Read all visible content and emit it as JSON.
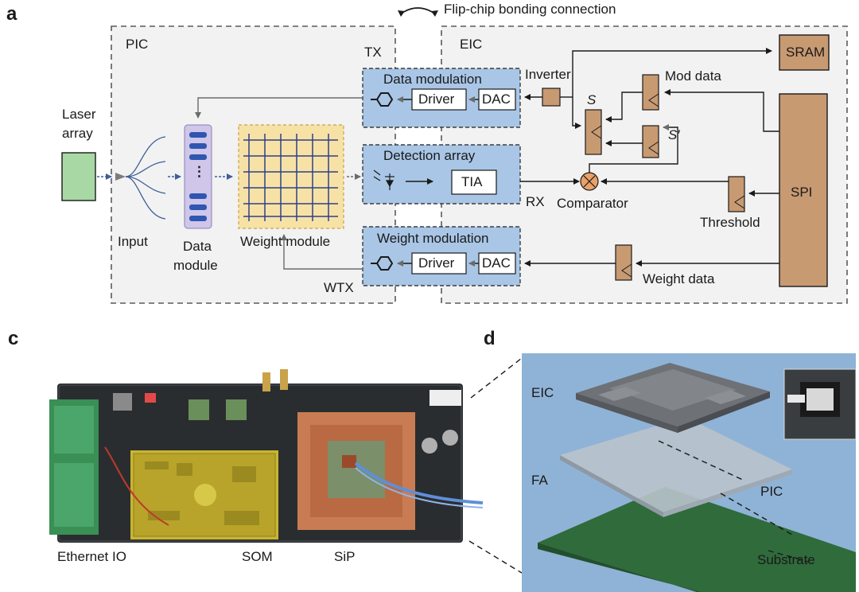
{
  "panel_a": {
    "letter": "a",
    "flip_chip": "Flip-chip bonding connection",
    "pic": "PIC",
    "eic": "EIC",
    "tx": "TX",
    "rx": "RX",
    "wtx": "WTX",
    "laser_line1": "Laser",
    "laser_line2": "array",
    "input": "Input",
    "data_module_line1": "Data",
    "data_module_line2": "module",
    "weight_module": "Weight module",
    "data_modulation": "Data modulation",
    "detection_array": "Detection array",
    "weight_modulation": "Weight modulation",
    "driver": "Driver",
    "dac": "DAC",
    "tia": "TIA",
    "inverter": "Inverter",
    "mod_data": "Mod data",
    "s": "S",
    "s_prime": "S′",
    "comparator": "Comparator",
    "threshold": "Threshold",
    "spi": "SPI",
    "sram": "SRAM",
    "weight_data": "Weight data",
    "dots": "⋮"
  },
  "panel_c": {
    "letter": "c",
    "ethernet_io": "Ethernet IO",
    "som": "SOM",
    "sip": "SiP"
  },
  "panel_d": {
    "letter": "d",
    "eic": "EIC",
    "fa": "FA",
    "pic": "PIC",
    "substrate": "Substrate"
  },
  "colors": {
    "blue_box": "#a9c6e6",
    "brown": "#c89a72",
    "laser_green": "#a8d9a5",
    "weight_yellow": "#f7e2a6",
    "pcb_dark": "#2a2d30",
    "copper": "#c97c53",
    "substrate_green": "#2f6b3b",
    "scene_blue": "#8fb3d6"
  }
}
